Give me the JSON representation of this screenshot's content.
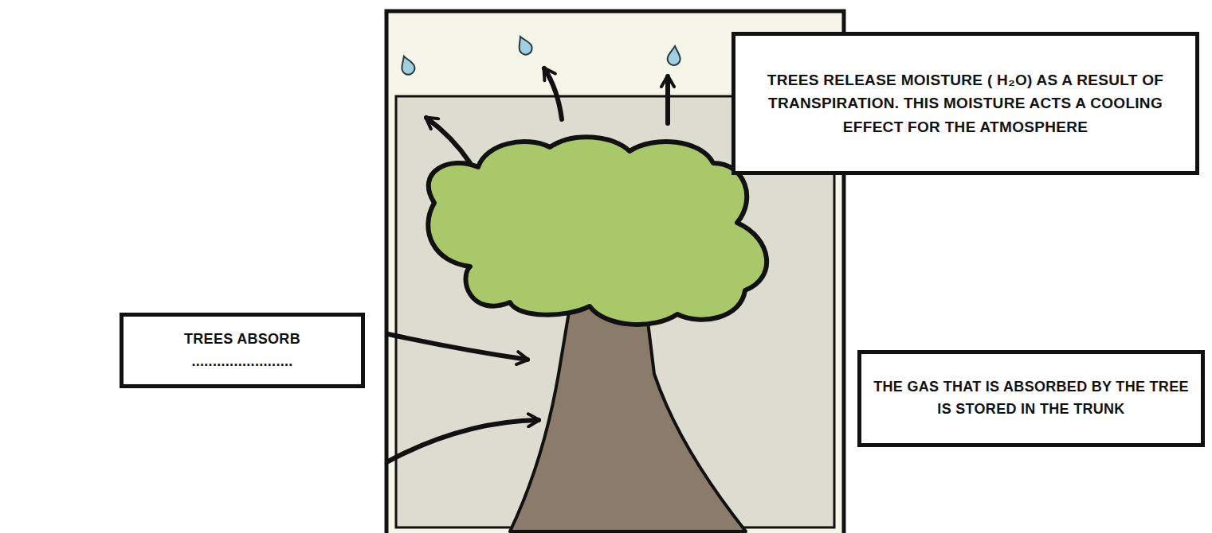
{
  "diagram": {
    "nodes": [
      {
        "text": [
          "TREES RELEASE MOISTURE ( H₂O) AS A RESULT OF TRANSPIRATION. THIS MOISTURE ACTS A COOLING EFFECT FOR THE ATMOSPHERE"
        ]
      },
      {
        "text": [
          "TREES ABSORB ........................"
        ]
      },
      {
        "text": [
          "THE GAS THAT IS ABSORBED BY THE TREE IS STORED IN THE TRUNK"
        ]
      }
    ]
  }
}
